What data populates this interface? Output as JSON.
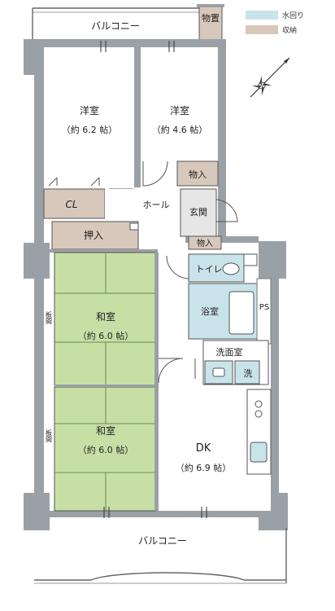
{
  "legend": {
    "items": [
      {
        "label": "水回り",
        "color": "#c9e3ea"
      },
      {
        "label": "収納",
        "color": "#d8c8bb"
      }
    ]
  },
  "colors": {
    "wall": "#9aa1a6",
    "wall_dark": "#7f878c",
    "tatami": "#c7dfa5",
    "storage": "#d8c8bb",
    "wet": "#c9e3ea",
    "line": "#444444"
  },
  "rooms": {
    "balcony_top": "バルコニー",
    "storage_top": "物置",
    "western1_name": "洋室",
    "western1_size": "（約 6.2 帖）",
    "western2_name": "洋室",
    "western2_size": "（約 4.6 帖）",
    "closet1": "物入",
    "cl": "CL",
    "hall": "ホール",
    "entrance": "玄関",
    "closet2": "物入",
    "oshiire": "押入",
    "toilet": "トイレ",
    "bath": "浴室",
    "ps": "PS",
    "washroom": "洗面室",
    "washer": "洗",
    "washitsu1_name": "和室",
    "washitsu1_size": "（約 6.0 帖）",
    "washitsu2_name": "和室",
    "washitsu2_size": "（約 6.0 帖）",
    "itama1": "板間",
    "itama2": "板間",
    "dk_name": "DK",
    "dk_size": "（約 6.9 帖）",
    "balcony_bottom": "バルコニー"
  },
  "icons": {
    "compass": "compass-rose-icon"
  }
}
